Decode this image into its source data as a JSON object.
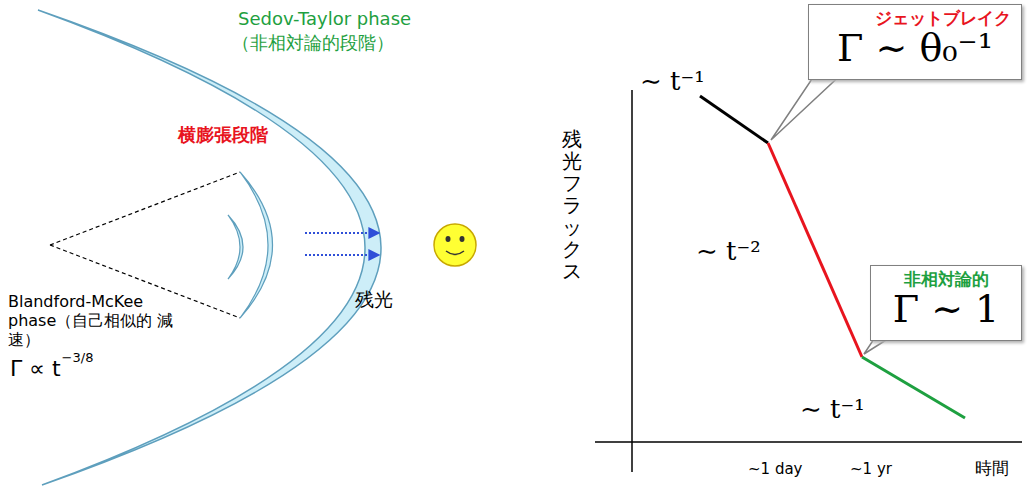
{
  "diagram": {
    "nodes": [
      {
        "text": [
          "ジェットブレイク",
          "Γ ∼ θ₀⁻¹"
        ]
      },
      {
        "text": [
          "非相対論的",
          "Γ ∼ 1"
        ]
      }
    ],
    "labels": [
      "Sedov-Taylor phase",
      "（非相対論的段階）",
      "横膨張段階",
      "Blandford-McKee phase（自己相似的 減速）",
      "Γ ∝ t",
      "−3/8",
      "残光",
      "残光フラックス",
      "∼ t⁻¹",
      "∼ t⁻²",
      "∼ t⁻¹",
      "~1 day",
      "~1 yr",
      "時間"
    ]
  }
}
